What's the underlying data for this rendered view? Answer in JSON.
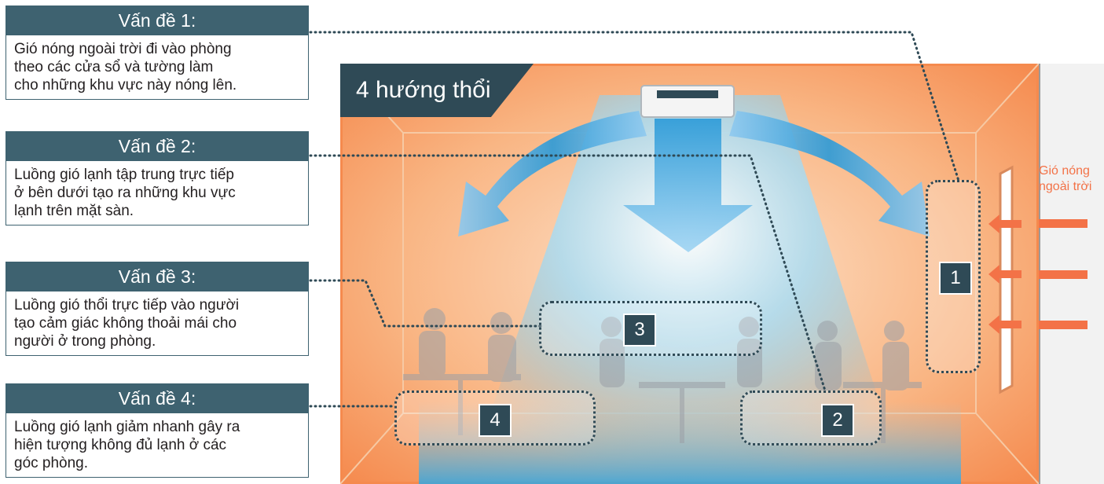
{
  "problems": [
    {
      "title": "Vấn đề 1:",
      "lines": [
        "Gió nóng ngoài trời đi vào phòng",
        "theo các cửa sổ và tường làm",
        "cho những khu vực này nóng lên."
      ]
    },
    {
      "title": "Vấn đề 2:",
      "lines": [
        "Luồng gió lạnh tập trung trực tiếp",
        "ở bên dưới tạo ra những khu vực",
        "lạnh trên mặt sàn."
      ]
    },
    {
      "title": "Vấn đề 3:",
      "lines": [
        "Luồng gió thổi trực tiếp vào người",
        "tạo cảm giác không thoải mái cho",
        "người ở trong phòng."
      ]
    },
    {
      "title": "Vấn đề 4:",
      "lines": [
        "Luồng gió lạnh giảm nhanh gây ra",
        "hiện tượng không đủ lạnh ở các",
        "góc phòng."
      ]
    }
  ],
  "room_label": "4 hướng thổi",
  "zone_numbers": {
    "z1": "1",
    "z2": "2",
    "z3": "3",
    "z4": "4"
  },
  "outside": {
    "line1": "Gió nóng",
    "line2": "ngoài trời"
  },
  "colors": {
    "header": "#3e6270",
    "label": "#2f4a56",
    "warm": "#f7a66e",
    "cool": "#6fc3ea",
    "hot_arrow": "#f37247"
  }
}
